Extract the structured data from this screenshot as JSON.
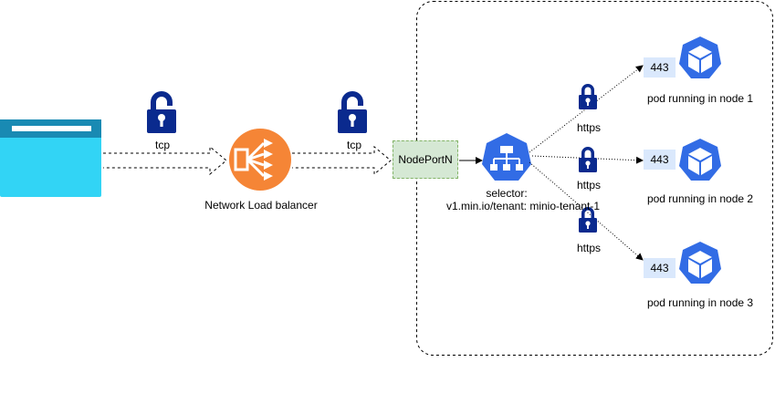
{
  "diagram": {
    "labels": {
      "tcp_left": "tcp",
      "tcp_right": "tcp",
      "load_balancer": "Network Load balancer",
      "nodeport": "NodePortN",
      "selector_line1": "selector:",
      "selector_line2": "v1.min.io/tenant: minio-tenant-1",
      "https_1": "https",
      "https_2": "https",
      "https_3": "https"
    },
    "pods": [
      {
        "port": "443",
        "label": "pod running in node 1"
      },
      {
        "port": "443",
        "label": "pod running in node 2"
      },
      {
        "port": "443",
        "label": "pod running in node 3"
      }
    ],
    "icons": [
      "browser-window-icon",
      "padlock-icon",
      "load-balancer-icon",
      "service-icon",
      "pod-cube-icon"
    ],
    "colors": {
      "padlock": "#0a2a8e",
      "load_balancer": "#f58536",
      "service": "#326ce5",
      "pod": "#326ce5",
      "browser_body": "#32d4f5",
      "browser_bar": "#198ab3",
      "nodeport_fill": "#d5e8d4",
      "nodeport_border": "#82b366",
      "port_fill": "#dae8fc"
    }
  }
}
